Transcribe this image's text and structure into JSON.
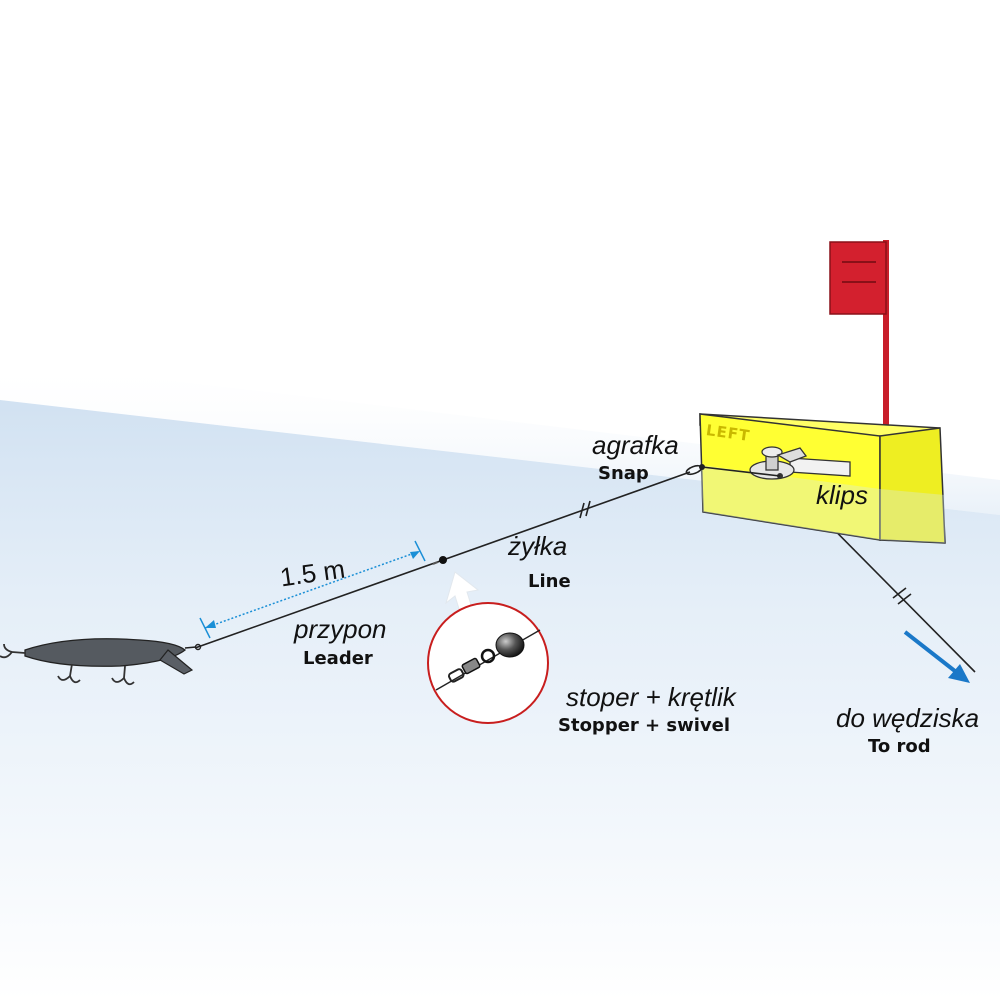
{
  "board": {
    "text": "LEFT"
  },
  "labels": {
    "distance": "1.5 m",
    "leader_pl": "przypon",
    "leader_en": "Leader",
    "line_pl": "żyłka",
    "line_en": "Line",
    "snap_pl": "agrafka",
    "snap_en": "Snap",
    "clip_pl": "klips",
    "stopper_pl": "stoper + krętlik",
    "stopper_en": "Stopper + swivel",
    "rod_pl": "do wędziska",
    "rod_en": "To rod"
  },
  "colors": {
    "water": "#d6e6f4",
    "board": "#ffff33",
    "flag": "#d3202e",
    "dimension": "#1a8fd6",
    "arrow": "#1a78c8",
    "lure": "#555a60",
    "callout_ring": "#c81e1e"
  }
}
